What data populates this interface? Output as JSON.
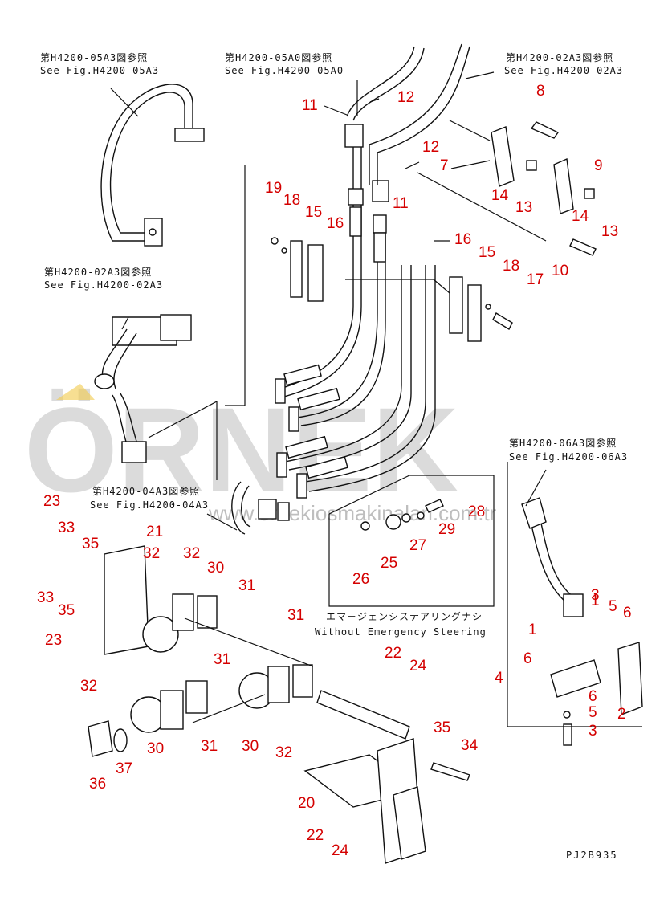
{
  "watermark": {
    "brand": "ÖRNEK",
    "site": "www.ornekiosmakinalari.com.tr"
  },
  "references": [
    {
      "jp": "第H4200-05A3図参照",
      "en": "See Fig.H4200-05A3"
    },
    {
      "jp": "第H4200-05A0図参照",
      "en": "See Fig.H4200-05A0"
    },
    {
      "jp": "第H4200-02A3図参照",
      "en": "See Fig.H4200-02A3"
    },
    {
      "jp": "第H4200-02A3図参照",
      "en": "See Fig.H4200-02A3"
    },
    {
      "jp": "第H4200-06A3図参照",
      "en": "See Fig.H4200-06A3"
    },
    {
      "jp": "第H4200-04A3図参照",
      "en": "See Fig.H4200-04A3"
    }
  ],
  "emergency_note": {
    "jp": "エマ－ジェンシステアリングナシ",
    "en": "Without Emergency Steering"
  },
  "drawing_code": "PJ2B935",
  "part_numbers": [
    "1",
    "2",
    "3",
    "3",
    "4",
    "5",
    "5",
    "6",
    "6",
    "6",
    "7",
    "8",
    "9",
    "10",
    "11",
    "11",
    "12",
    "12",
    "13",
    "13",
    "14",
    "14",
    "15",
    "15",
    "16",
    "16",
    "17",
    "18",
    "18",
    "19",
    "20",
    "21",
    "22",
    "22",
    "23",
    "23",
    "24",
    "24",
    "25",
    "26",
    "27",
    "28",
    "29",
    "30",
    "30",
    "30",
    "31",
    "31",
    "31",
    "31",
    "32",
    "32",
    "32",
    "32",
    "33",
    "33",
    "34",
    "35",
    "35",
    "35",
    "36",
    "37"
  ],
  "colors": {
    "callout": "#d40000",
    "line": "#111111",
    "watermark": "#bfbfbf"
  }
}
